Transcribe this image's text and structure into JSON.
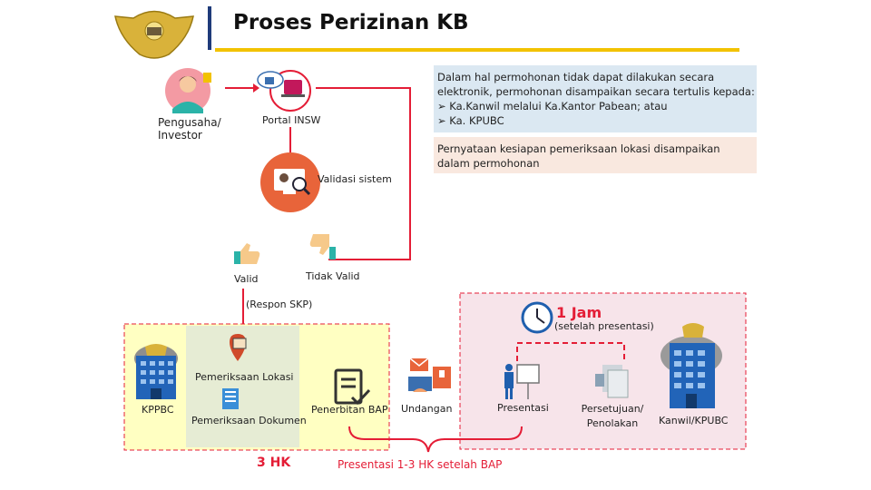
{
  "header": {
    "title": "Proses Perizinan KB"
  },
  "actors": {
    "investor": "Pengusaha/ Investor",
    "portal": "Portal INSW",
    "validation": "Validasi sistem",
    "valid": "Valid",
    "invalid": "Tidak Valid",
    "response": "(Respon SKP)"
  },
  "notes": {
    "manual_intro": "Dalam hal permohonan tidak dapat dilakukan secara elektronik, permohonan disampaikan secara tertulis kepada:",
    "manual_items": [
      "Ka.Kanwil melalui Ka.Kantor Pabean; atau",
      "Ka. KPUBC"
    ],
    "readiness": "Pernyataan kesiapan pemeriksaan lokasi disampaikan dalam permohonan"
  },
  "timer": {
    "value": "1 Jam",
    "note": "(setelah presentasi)"
  },
  "process": {
    "kppbc": "KPPBC",
    "location_check": "Pemeriksaan Lokasi",
    "document_check": "Pemeriksaan Dokumen",
    "bap": "Penerbitan BAP",
    "invitation": "Undangan",
    "presentation": "Presentasi",
    "decision": "Persetujuan/ Penolakan",
    "kanwil": "Kanwil/KPUBC",
    "duration_3hk": "3 HK",
    "duration_presentation": "Presentasi 1-3 HK setelah BAP"
  },
  "colors": {
    "accent": "#e41d36",
    "gold": "#f2c200",
    "orange": "#e8643a",
    "blue": "#1f5fae",
    "navy": "#1f3b7a"
  }
}
